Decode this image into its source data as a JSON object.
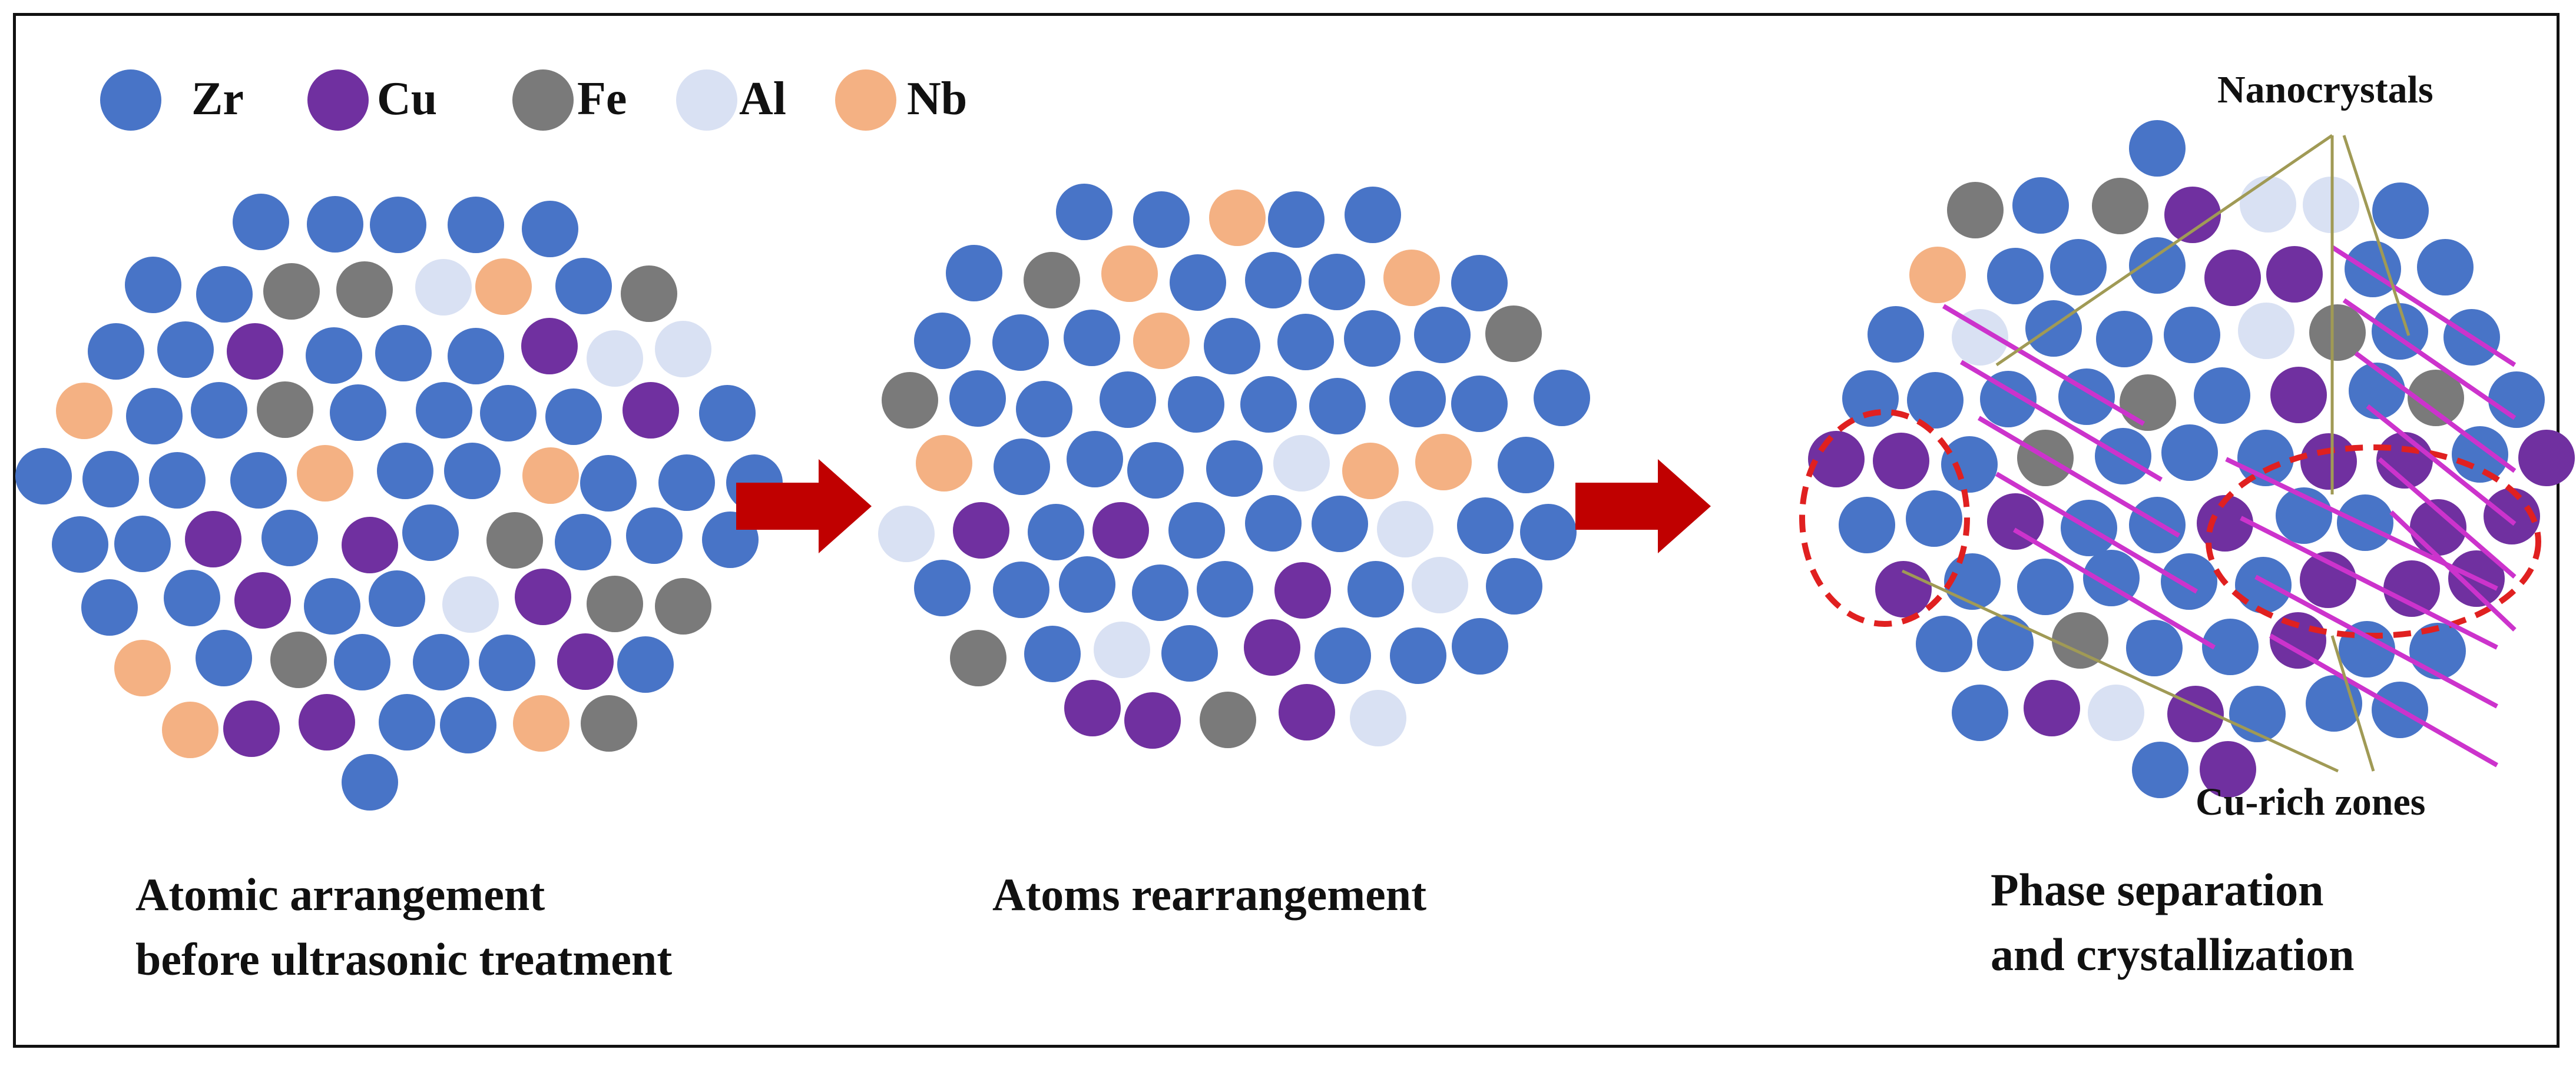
{
  "colors": {
    "zr": "#4874c7",
    "cu": "#7030a0",
    "fe": "#7a7a7a",
    "al": "#d9e1f3",
    "nb": "#f4b183",
    "arrow": "#c00000",
    "dashed_circle": "#e02020",
    "lattice_line": "#cc33cc",
    "pointer": "#a09a55"
  },
  "legend": [
    {
      "key": "zr",
      "label": "Zr"
    },
    {
      "key": "cu",
      "label": "Cu"
    },
    {
      "key": "fe",
      "label": "Fe"
    },
    {
      "key": "al",
      "label": "Al"
    },
    {
      "key": "nb",
      "label": "Nb"
    }
  ],
  "panels": [
    {
      "caption_line1": "Atomic arrangement",
      "caption_line2": "before ultrasonic treatment"
    },
    {
      "caption_line1": "Atoms rearrangement",
      "caption_line2": ""
    },
    {
      "caption_line1": "Phase separation",
      "caption_line2": "and crystallization"
    }
  ],
  "annotations": {
    "nanocrystals": "Nanocrystals",
    "cu_rich_zones": "Cu-rich zones"
  }
}
